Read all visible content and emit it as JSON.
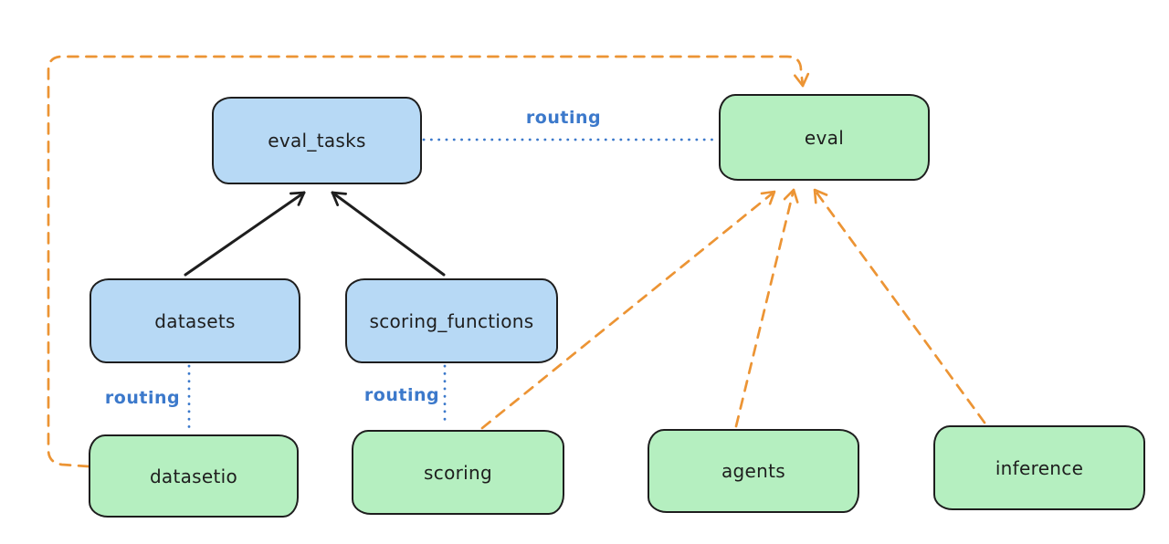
{
  "nodes": {
    "eval_tasks": {
      "label": "eval_tasks",
      "fill": "blue"
    },
    "eval": {
      "label": "eval",
      "fill": "green"
    },
    "datasets": {
      "label": "datasets",
      "fill": "blue"
    },
    "scoring_functions": {
      "label": "scoring_functions",
      "fill": "blue"
    },
    "datasetio": {
      "label": "datasetio",
      "fill": "green"
    },
    "scoring": {
      "label": "scoring",
      "fill": "green"
    },
    "agents": {
      "label": "agents",
      "fill": "green"
    },
    "inference": {
      "label": "inference",
      "fill": "green"
    }
  },
  "edges": [
    {
      "from": "datasets",
      "to": "eval_tasks",
      "style": "solid",
      "color": "black",
      "arrow": true,
      "label": ""
    },
    {
      "from": "scoring_functions",
      "to": "eval_tasks",
      "style": "solid",
      "color": "black",
      "arrow": true,
      "label": ""
    },
    {
      "from": "eval_tasks",
      "to": "eval",
      "style": "dotted",
      "color": "blue",
      "arrow": false,
      "label": "routing"
    },
    {
      "from": "datasets",
      "to": "datasetio",
      "style": "dotted",
      "color": "blue",
      "arrow": false,
      "label": "routing"
    },
    {
      "from": "scoring_functions",
      "to": "scoring",
      "style": "dotted",
      "color": "blue",
      "arrow": false,
      "label": "routing"
    },
    {
      "from": "datasetio",
      "to": "eval",
      "style": "dashed",
      "color": "orange",
      "arrow": true,
      "label": ""
    },
    {
      "from": "scoring",
      "to": "eval",
      "style": "dashed",
      "color": "orange",
      "arrow": true,
      "label": ""
    },
    {
      "from": "agents",
      "to": "eval",
      "style": "dashed",
      "color": "orange",
      "arrow": true,
      "label": ""
    },
    {
      "from": "inference",
      "to": "eval",
      "style": "dashed",
      "color": "orange",
      "arrow": true,
      "label": ""
    }
  ],
  "colors": {
    "ink": "#1e1e1e",
    "blue_fill": "#b7d9f5",
    "green_fill": "#b5efc0",
    "orange": "#ec9434",
    "blue_line": "#3c79cb",
    "bg": "#ffffff"
  }
}
